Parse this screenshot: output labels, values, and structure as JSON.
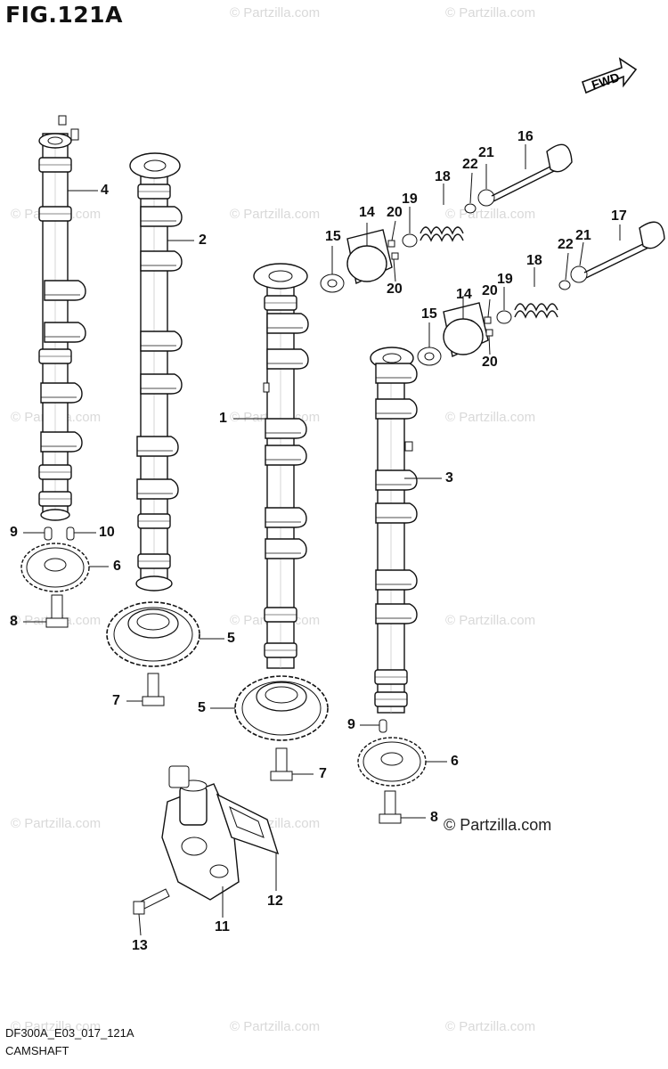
{
  "figure": {
    "title": "FIG.121A",
    "code": "DF300A_E03_017_121A",
    "name": "CAMSHAFT",
    "direction_label": "FWD",
    "watermark_text": "© Partzilla.com",
    "credit_text": "© Partzilla.com"
  },
  "callouts": [
    "1",
    "2",
    "3",
    "4",
    "5",
    "5",
    "6",
    "6",
    "7",
    "7",
    "8",
    "8",
    "9",
    "9",
    "10",
    "11",
    "12",
    "13",
    "14",
    "14",
    "15",
    "15",
    "16",
    "17",
    "18",
    "18",
    "19",
    "19",
    "20",
    "20",
    "20",
    "20",
    "21",
    "21",
    "22",
    "22"
  ]
}
